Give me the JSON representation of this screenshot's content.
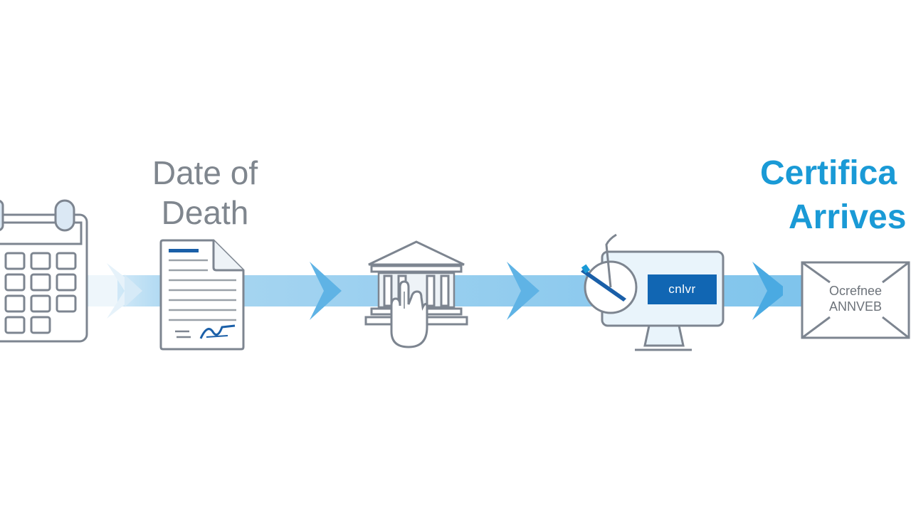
{
  "labels": {
    "date_of_death_line1": "Date of",
    "date_of_death_line2": "Death",
    "certificate_line1": "Certifica",
    "certificate_line2": "Arrives",
    "screen_badge": "cnlvr",
    "envelope_line1": "Ocrefnee",
    "envelope_line2": "ANNVEB"
  },
  "colors": {
    "background": "#ffffff",
    "arrow_blue": "#6ab8e6",
    "arrow_light": "#cfe7f6",
    "icon_stroke": "#7d8590",
    "accent_blue": "#1a9ad6",
    "badge_blue": "#1166b3",
    "pen_blue": "#1a5fa8",
    "label_gray": "#7f868e"
  },
  "icons": {
    "step1": "calendar-icon",
    "step2": "document-signature-icon",
    "step3": "bank-building-hand-icon",
    "step4": "computer-monitor-clock-pen-icon",
    "step5": "envelope-icon"
  }
}
